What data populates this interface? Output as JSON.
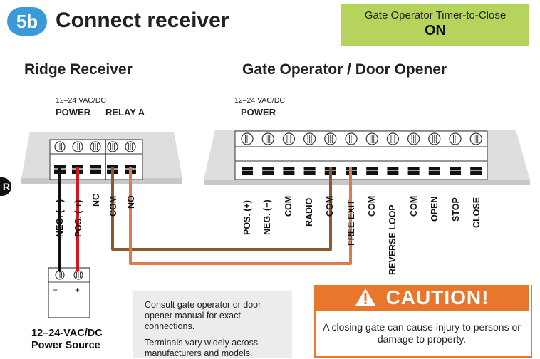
{
  "header": {
    "step_badge": "5b",
    "title": "Connect receiver",
    "status_label": "Gate Operator Timer-to-Close",
    "status_value": "ON"
  },
  "receiver": {
    "heading": "Ridge Receiver",
    "voltage": "12–24 VAC/DC",
    "label_power": "POWER",
    "label_relay": "RELAY A",
    "terminals": [
      "NEG. ( −)",
      "POS. ( +)",
      "NC",
      "COM",
      "NO"
    ]
  },
  "operator": {
    "heading": "Gate Operator / Door Opener",
    "voltage": "12–24 VAC/DC",
    "label_power": "POWER",
    "terminals": [
      "POS. (+)",
      "NEG. (−)",
      "COM",
      "RADIO",
      "COM",
      "FREE EXIT",
      "COM",
      "REVERSE LOOP",
      "COM",
      "OPEN",
      "STOP",
      "CLOSE"
    ]
  },
  "power_source": {
    "minus": "−",
    "plus": "+",
    "line1": "12–24-VAC/DC",
    "line2": "Power Source"
  },
  "note": {
    "p1": "Consult gate operator or door opener manual for exact connections.",
    "p2": "Terminals vary widely across manufacturers and models."
  },
  "caution": {
    "title": "CAUTION!",
    "text": "A closing gate can cause injury to persons or damage to property."
  },
  "edge_icon": "R",
  "colors": {
    "accent_blue": "#3a9ad9",
    "status_green": "#b6d45c",
    "caution_orange": "#e8762b",
    "wire_brown": "#8a5a2b",
    "wire_orange": "#e07a4a",
    "wire_red": "#d4151f",
    "wire_black": "#111111",
    "panel_gray": "#dedede"
  }
}
